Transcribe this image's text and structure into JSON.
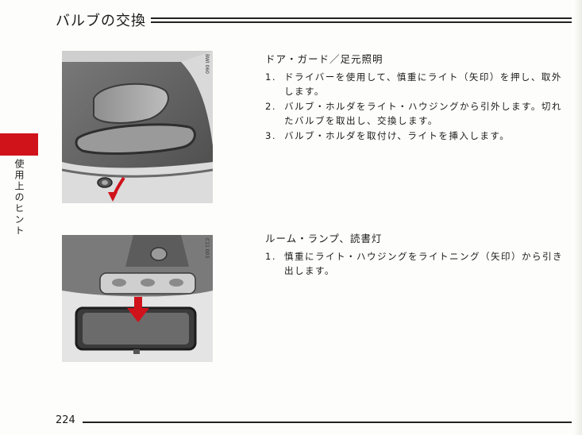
{
  "header": {
    "title": "バルブの交換"
  },
  "side_tab": {
    "label": "使用上のヒント",
    "color": "#d0121b"
  },
  "figures": [
    {
      "code": "BWI 060"
    },
    {
      "code": "C11 003"
    }
  ],
  "sections": [
    {
      "heading": "ドア・ガード／足元照明",
      "steps": [
        {
          "num": "1.",
          "text": "ドライバーを使用して、慎重にライト（矢印）を押し、取外します。"
        },
        {
          "num": "2.",
          "text": "バルブ・ホルダをライト・ハウジングから引外します。切れたバルブを取出し、交換します。"
        },
        {
          "num": "3.",
          "text": "バルブ・ホルダを取付け、ライトを挿入します。"
        }
      ]
    },
    {
      "heading": "ルーム・ランプ、読書灯",
      "steps": [
        {
          "num": "1.",
          "text": "慎重にライト・ハウジングをライトニング（矢印）から引き出します。"
        }
      ]
    }
  ],
  "footer": {
    "page_number": "224"
  }
}
